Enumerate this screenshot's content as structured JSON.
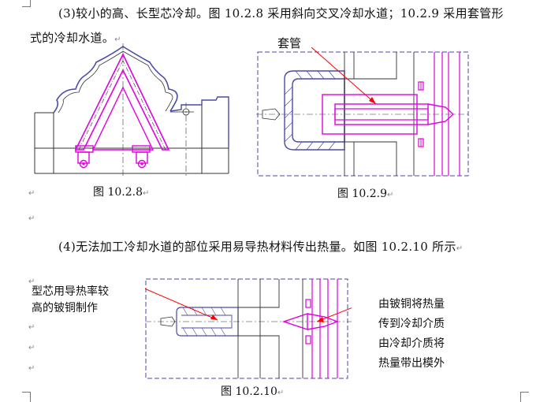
{
  "paragraph1": {
    "line1": "(3)较小的高、长型芯冷却。图 10.2.8 采用斜向交叉冷却水道；10.2.9 采用套管形",
    "line2": "式的冷却水道。"
  },
  "fig_10_2_8": {
    "caption": "图 10.2.8"
  },
  "fig_10_2_9": {
    "caption": "图 10.2.9",
    "label": "套管"
  },
  "paragraph2": {
    "text": "(4)无法加工冷却水道的部位采用易导热材料传出热量。如图 10.2.10 所示"
  },
  "fig_10_2_10": {
    "caption": "图 10.2.10",
    "left_annotation": "型芯用导热率较\n高的铍铜制作",
    "right_annotation": "由铍铜将热量\n传到冷却介质\n由冷却介质将\n热量带出模外"
  },
  "paragraph_mark": "↵",
  "colors": {
    "magenta": "#e000e0",
    "red": "#ff0000",
    "blue_dash": "#4a4aa8",
    "line": "#333333"
  }
}
